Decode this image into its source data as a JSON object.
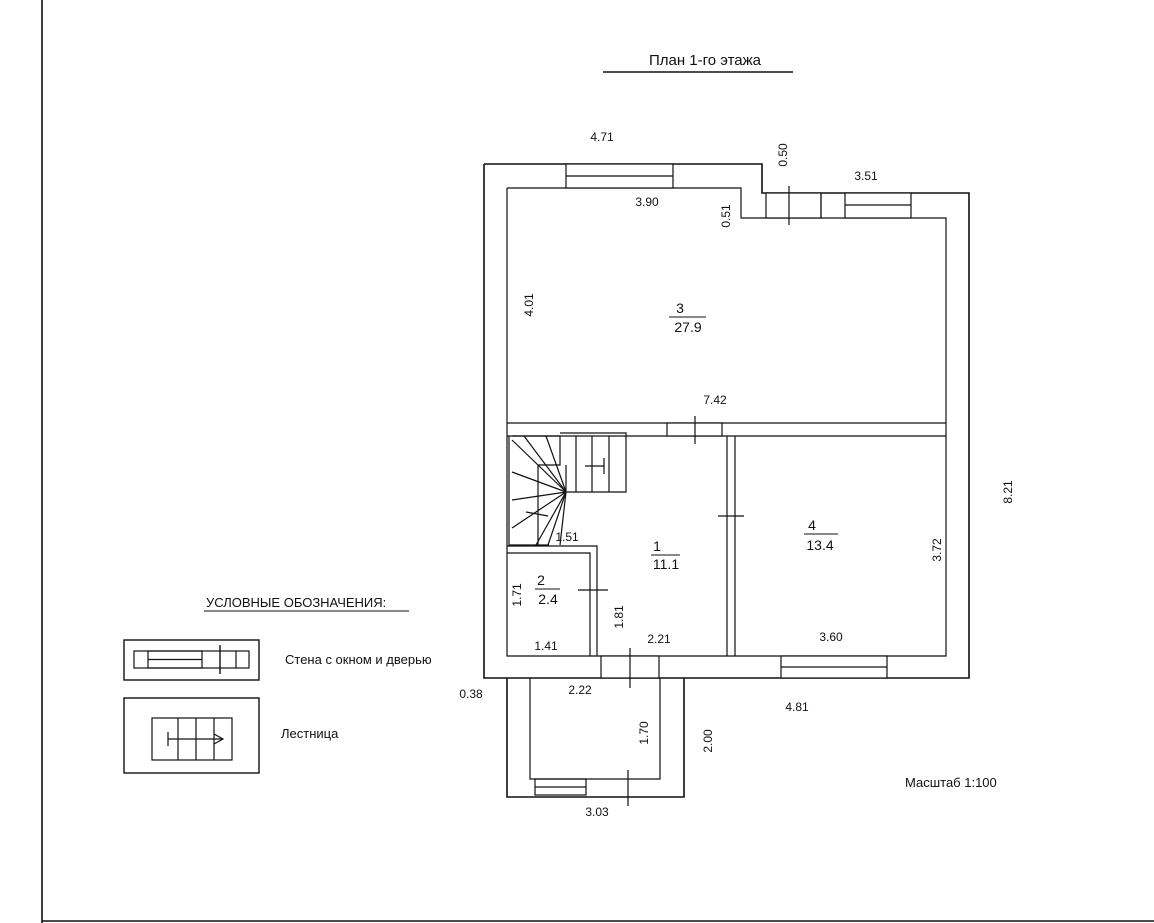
{
  "title": "План 1-го этажа",
  "scale": "Масштаб 1:100",
  "rooms": [
    {
      "number": "3",
      "area": "27.9"
    },
    {
      "number": "1",
      "area": "11.1"
    },
    {
      "number": "4",
      "area": "13.4"
    },
    {
      "number": "2",
      "area": "2.4"
    }
  ],
  "dimensions": {
    "top_outer": "4.71",
    "step_height": "0.50",
    "right_top": "3.51",
    "room3_top": "3.90",
    "step_inner": "0.51",
    "room3_height": "4.01",
    "hall_width": "7.42",
    "total_height": "8.21",
    "stair_width": "1.51",
    "room2_height": "1.71",
    "room1_height": "1.81",
    "room2_width": "1.41",
    "room1_width": "2.21",
    "room4_width": "3.60",
    "room4_height": "3.72",
    "porch_offset": "0.38",
    "porch_inner_width": "2.22",
    "bottom_right": "4.81",
    "porch_inner_height": "1.70",
    "porch_outer_height": "2.00",
    "porch_outer_width": "3.03"
  },
  "legend": {
    "heading": "УСЛОВНЫЕ ОБОЗНАЧЕНИЯ:",
    "items": [
      {
        "label": "Стена с окном и дверью"
      },
      {
        "label": "Лестница"
      }
    ]
  }
}
